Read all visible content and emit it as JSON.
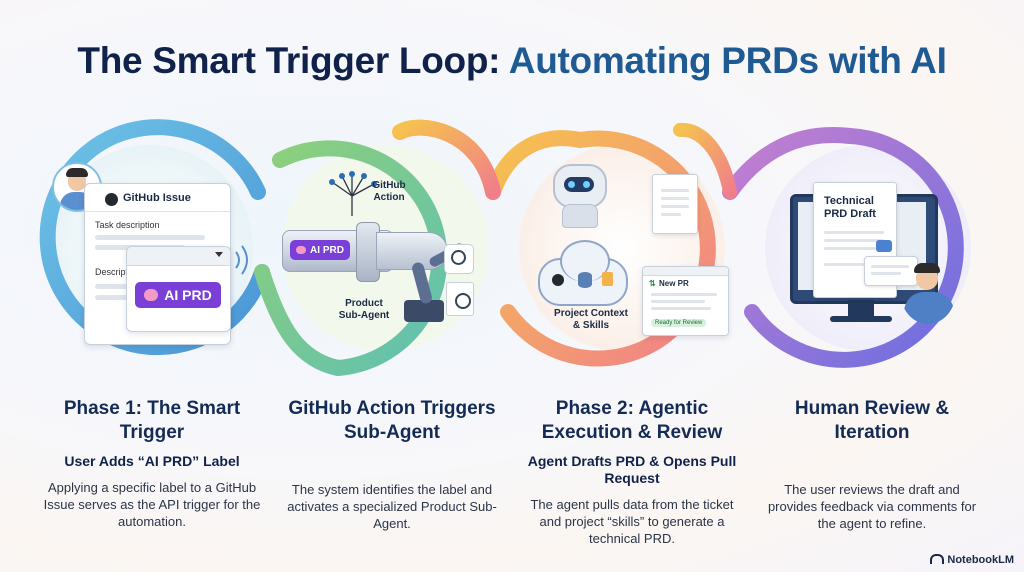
{
  "title": {
    "part1": "The Smart Trigger Loop: ",
    "part2": "Automating PRDs with AI"
  },
  "phase1_visual": {
    "card_title": "GitHub Issue",
    "task_label": "Task description",
    "desc_label": "Descriptio",
    "chip_label": "AI PRD"
  },
  "action_visual": {
    "github_action": "GitHub\nAction",
    "chip_label": "AI PRD",
    "sub_agent": "Product\nSub-Agent"
  },
  "phase2_visual": {
    "context_label": "Project Context\n& Skills",
    "pr_title": "New PR",
    "pr_status": "Ready for Review"
  },
  "review_visual": {
    "doc_title": "Technical\nPRD Draft"
  },
  "columns": [
    {
      "heading": "Phase 1: The Smart Trigger",
      "subheading": "User Adds “AI PRD” Label",
      "body": "Applying a specific label to a GitHub Issue serves as the API trigger for the automation."
    },
    {
      "heading": "GitHub Action Triggers Sub-Agent",
      "subheading": "",
      "body": "The system identifies the label and activates a specialized Product Sub-Agent."
    },
    {
      "heading": "Phase 2: Agentic Execution & Review",
      "subheading": "Agent Drafts PRD & Opens Pull Request",
      "body": "The agent pulls data from the ticket and project “skills” to generate a technical PRD."
    },
    {
      "heading": "Human Review & Iteration",
      "subheading": "",
      "body": "The user reviews the draft and provides feedback via comments for the agent to refine."
    }
  ],
  "brand": "NotebookLM",
  "colors": {
    "loop_blue": "#4fa3d9",
    "loop_green": "#8cc95a",
    "loop_orange": "#f2a65a",
    "loop_purple": "#8a6fd8",
    "chip_purple": "#7a3fd6"
  }
}
